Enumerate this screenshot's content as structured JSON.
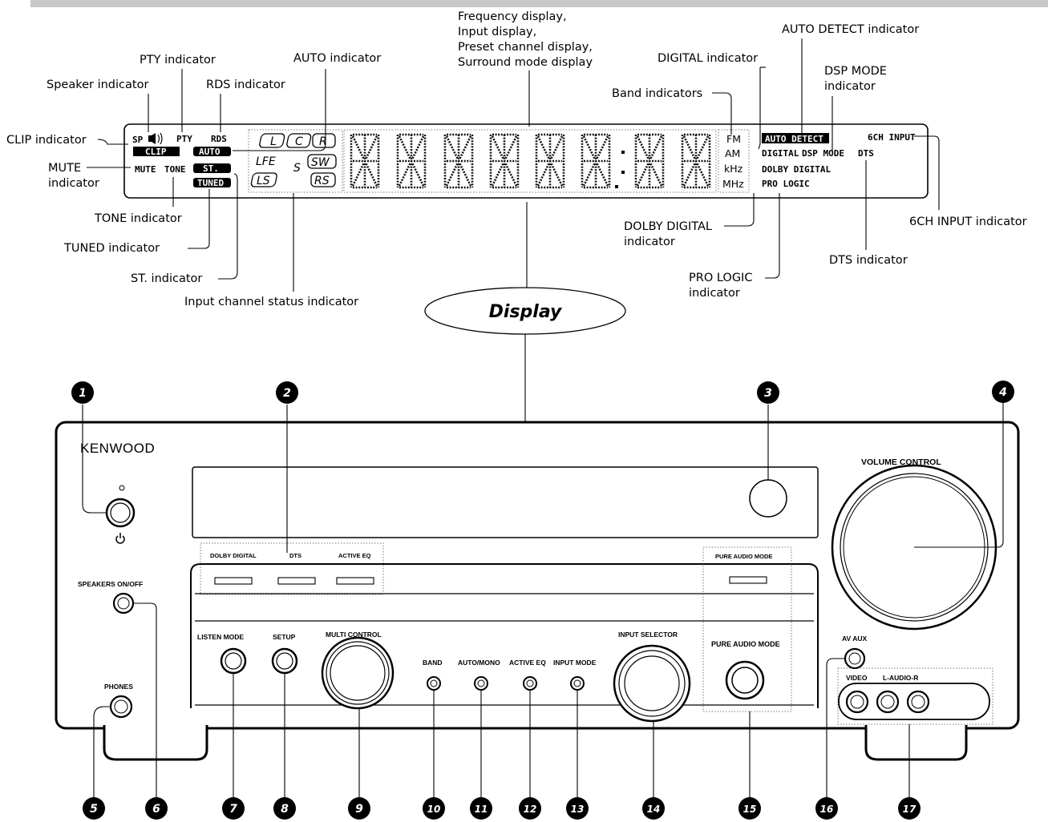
{
  "display": {
    "title": "Display",
    "labels": {
      "frequency_display": [
        "Frequency display,",
        "Input display,",
        "Preset channel display,",
        "Surround mode display"
      ],
      "auto_detect_indicator": "AUTO DETECT indicator",
      "pty_indicator": "PTY indicator",
      "auto_indicator": "AUTO indicator",
      "digital_indicator": "DIGITAL indicator",
      "dsp_mode_indicator": [
        "DSP MODE",
        "indicator"
      ],
      "speaker_indicator": "Speaker indicator",
      "rds_indicator": "RDS indicator",
      "band_indicators": "Band indicators",
      "clip_indicator": "CLIP indicator",
      "mute_indicator": [
        "MUTE",
        "indicator"
      ],
      "tone_indicator": "TONE indicator",
      "tuned_indicator": "TUNED indicator",
      "st_indicator": "ST. indicator",
      "input_channel_status_indicator": "Input channel status indicator",
      "dolby_digital_indicator": [
        "DOLBY DIGITAL",
        "indicator"
      ],
      "pro_logic_indicator": [
        "PRO LOGIC",
        "indicator"
      ],
      "dts_indicator": "DTS indicator",
      "sixch_input_indicator": "6CH INPUT indicator"
    },
    "screen": {
      "sp": "SP",
      "pty": "PTY",
      "rds": "RDS",
      "clip": "CLIP",
      "auto": "AUTO",
      "mute": "MUTE",
      "tone": "TONE",
      "st": "ST.",
      "tuned": "TUNED",
      "ch_l": "L",
      "ch_c": "C",
      "ch_r": "R",
      "ch_lfe": "LFE",
      "ch_s": "S",
      "ch_sw": "SW",
      "ch_ls": "LS",
      "ch_rs": "RS",
      "fm": "FM",
      "am": "AM",
      "khz": "kHz",
      "mhz": "MHz",
      "auto_detect": "AUTO DETECT",
      "digital": "DIGITAL",
      "dsp_mode": "DSP MODE",
      "dts": "DTS",
      "sixch_input": "6CH INPUT",
      "dolby_digital": "DOLBY DIGITAL",
      "pro_logic": "PRO LOGIC"
    }
  },
  "panel": {
    "brand": "KENWOOD",
    "volume_control": "VOLUME CONTROL",
    "dolby_digital": "DOLBY DIGITAL",
    "dts": "DTS",
    "active_eq_ind": "ACTIVE EQ",
    "pure_audio_mode_ind": "PURE AUDIO MODE",
    "speakers_onoff": "SPEAKERS ON/OFF",
    "phones": "PHONES",
    "listen_mode": "LISTEN MODE",
    "setup": "SETUP",
    "multi_control": "MULTI CONTROL",
    "band": "BAND",
    "auto_mono": "AUTO/MONO",
    "active_eq": "ACTIVE EQ",
    "input_mode": "INPUT MODE",
    "input_selector": "INPUT SELECTOR",
    "pure_audio_mode": "PURE AUDIO MODE",
    "av_aux": "AV AUX",
    "video": "VIDEO",
    "l_audio_r": "L-AUDIO-R"
  },
  "callouts": [
    "1",
    "2",
    "3",
    "4",
    "5",
    "6",
    "7",
    "8",
    "9",
    "10",
    "11",
    "12",
    "13",
    "14",
    "15",
    "16",
    "17"
  ]
}
